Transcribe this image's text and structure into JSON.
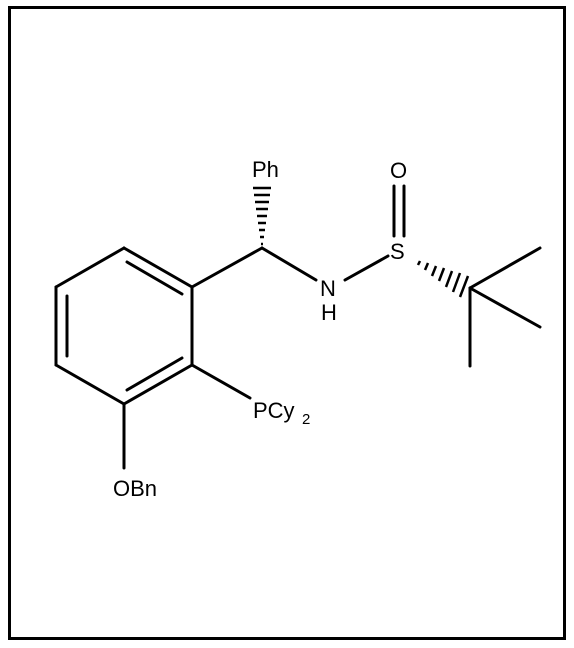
{
  "diagram": {
    "atoms": {
      "ph": "Ph",
      "nh_n": "N",
      "nh_h": "H",
      "s": "S",
      "o": "O",
      "pcy2_main": "PCy",
      "pcy2_sub": "2",
      "obn": "OBn"
    },
    "colors": {
      "stroke": "#000000",
      "background": "#ffffff"
    }
  }
}
